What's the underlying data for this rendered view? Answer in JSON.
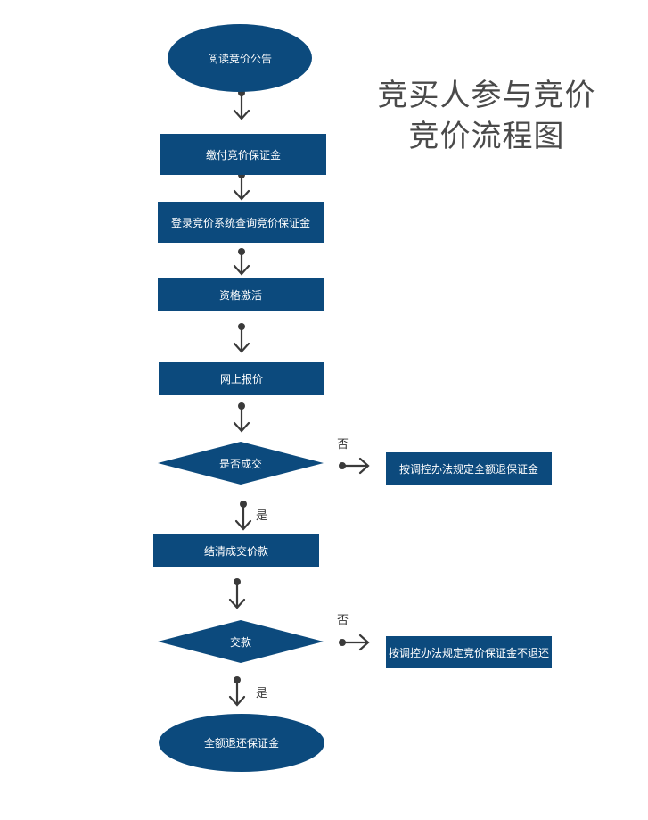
{
  "title": {
    "line1": "竞买人参与竞价",
    "line2": "竞价流程图"
  },
  "nodes": {
    "read_notice": "阅读竞价公告",
    "pay_deposit": "缴付竞价保证金",
    "login_check": "登录竞价系统查询竞价保证金",
    "activate": "资格激活",
    "online_bid": "网上报价",
    "deal_question": "是否成交",
    "refund_all": "按调控办法规定全额退保证金",
    "settle": "结清成交价款",
    "pay_question": "交款",
    "no_refund": "按调控办法规定竞价保证金不退还",
    "return_all": "全额退还保证金"
  },
  "edge_labels": {
    "no_1": "否",
    "yes_1": "是",
    "no_2": "否",
    "yes_2": "是"
  },
  "colors": {
    "node_fill": "#0c4a7d",
    "connector": "#3a3a3a"
  }
}
